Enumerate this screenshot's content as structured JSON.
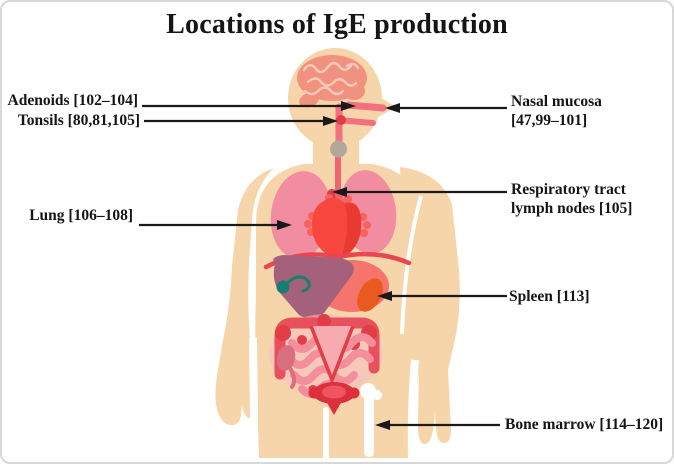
{
  "title": "Locations of IgE production",
  "figure": {
    "type": "annotated-anatomy-diagram",
    "subject": "human body organs producing IgE"
  },
  "labels": {
    "adenoids": {
      "text": "Adenoids [102–104]"
    },
    "tonsils": {
      "text": "Tonsils [80,81,105]"
    },
    "lung": {
      "text": "Lung [106–108]"
    },
    "nasal_mucosa": {
      "line1": "Nasal mucosa",
      "line2": "[47,99–101]"
    },
    "respiratory_tract_lymph_nodes": {
      "line1": "Respiratory tract",
      "line2": "lymph nodes [105]"
    },
    "spleen": {
      "text": "Spleen [113]"
    },
    "bone_marrow": {
      "text": "Bone marrow [114–120]"
    }
  },
  "colors": {
    "skin": "#F7D5AB",
    "brain": "#F19280",
    "brain_folds": "#F8C9B6",
    "airway": "#F3707F",
    "esophagus": "#EE6576",
    "larynx": "#B3A79D",
    "tonsil_node": "#E23B43",
    "lung": "#F18CA1",
    "heart": "#F8473E",
    "heart_dark": "#E5382F",
    "vessels": "#F7625A",
    "diaphragm": "#E84752",
    "liver": "#A5617C",
    "gallbladder": "#177F6F",
    "stomach": "#F5756C",
    "spleen_organ": "#E85A1F",
    "intestine": "#F38E9A",
    "colon": "#E8505B",
    "accent_red": "#E23C46",
    "cecum": "#D96F7E",
    "pelvic_organ": "#DD2F3C",
    "bone": "#FFFFFF",
    "arrow": "#1A1A1A",
    "text": "#151515",
    "border": "#D8D8D8"
  }
}
